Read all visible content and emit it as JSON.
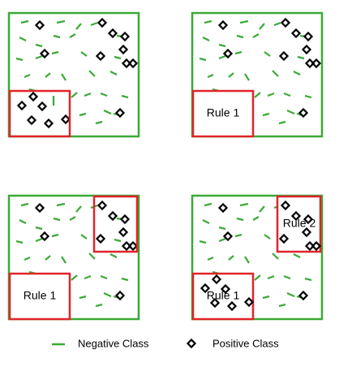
{
  "colors": {
    "panel_border": "#3aaa35",
    "negative_mark": "#3aaa35",
    "rule_box": "#e0242a",
    "positive_mark": "#000000"
  },
  "panels": [
    {
      "id": "panel-top-left",
      "rules": []
    },
    {
      "id": "panel-top-right",
      "rules": [
        {
          "label": "Rule 1"
        }
      ]
    },
    {
      "id": "panel-bottom-left",
      "rules": [
        {
          "label": "Rule 1"
        }
      ]
    },
    {
      "id": "panel-bottom-right",
      "rules": [
        {
          "label": "Rule 1"
        },
        {
          "label": "Rule 2"
        }
      ]
    }
  ],
  "legend": {
    "negative_label": "Negative Class",
    "positive_label": "Positive Class",
    "negative_icon": "green-dash-icon",
    "positive_icon": "diamond-ring-icon"
  }
}
